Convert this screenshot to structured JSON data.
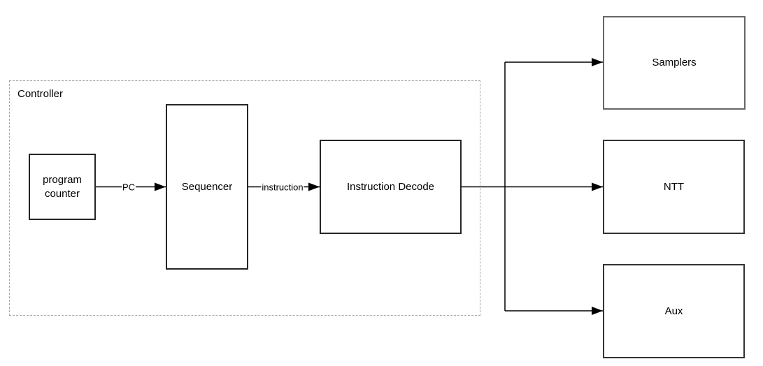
{
  "diagram": {
    "container": {
      "label": "Controller"
    },
    "nodes": {
      "program_counter": {
        "label": "program counter"
      },
      "sequencer": {
        "label": "Sequencer"
      },
      "instruction_decode": {
        "label": "Instruction Decode"
      },
      "samplers": {
        "label": "Samplers"
      },
      "ntt": {
        "label": "NTT"
      },
      "aux": {
        "label": "Aux"
      }
    },
    "edges": {
      "pc": {
        "label": "PC",
        "from": "program_counter",
        "to": "sequencer"
      },
      "instruction": {
        "label": "instruction",
        "from": "sequencer",
        "to": "instruction_decode"
      },
      "to_samplers": {
        "label": "",
        "from": "instruction_decode",
        "to": "samplers"
      },
      "to_ntt": {
        "label": "",
        "from": "instruction_decode",
        "to": "ntt"
      },
      "to_aux": {
        "label": "",
        "from": "instruction_decode",
        "to": "aux"
      }
    },
    "colors": {
      "background": "#ffffff",
      "node_border": "#262626",
      "samplers_border": "#666666",
      "right_node_border": "#333333",
      "container_border": "#a6a6a6",
      "connector": "#000000",
      "text": "#000000"
    }
  }
}
